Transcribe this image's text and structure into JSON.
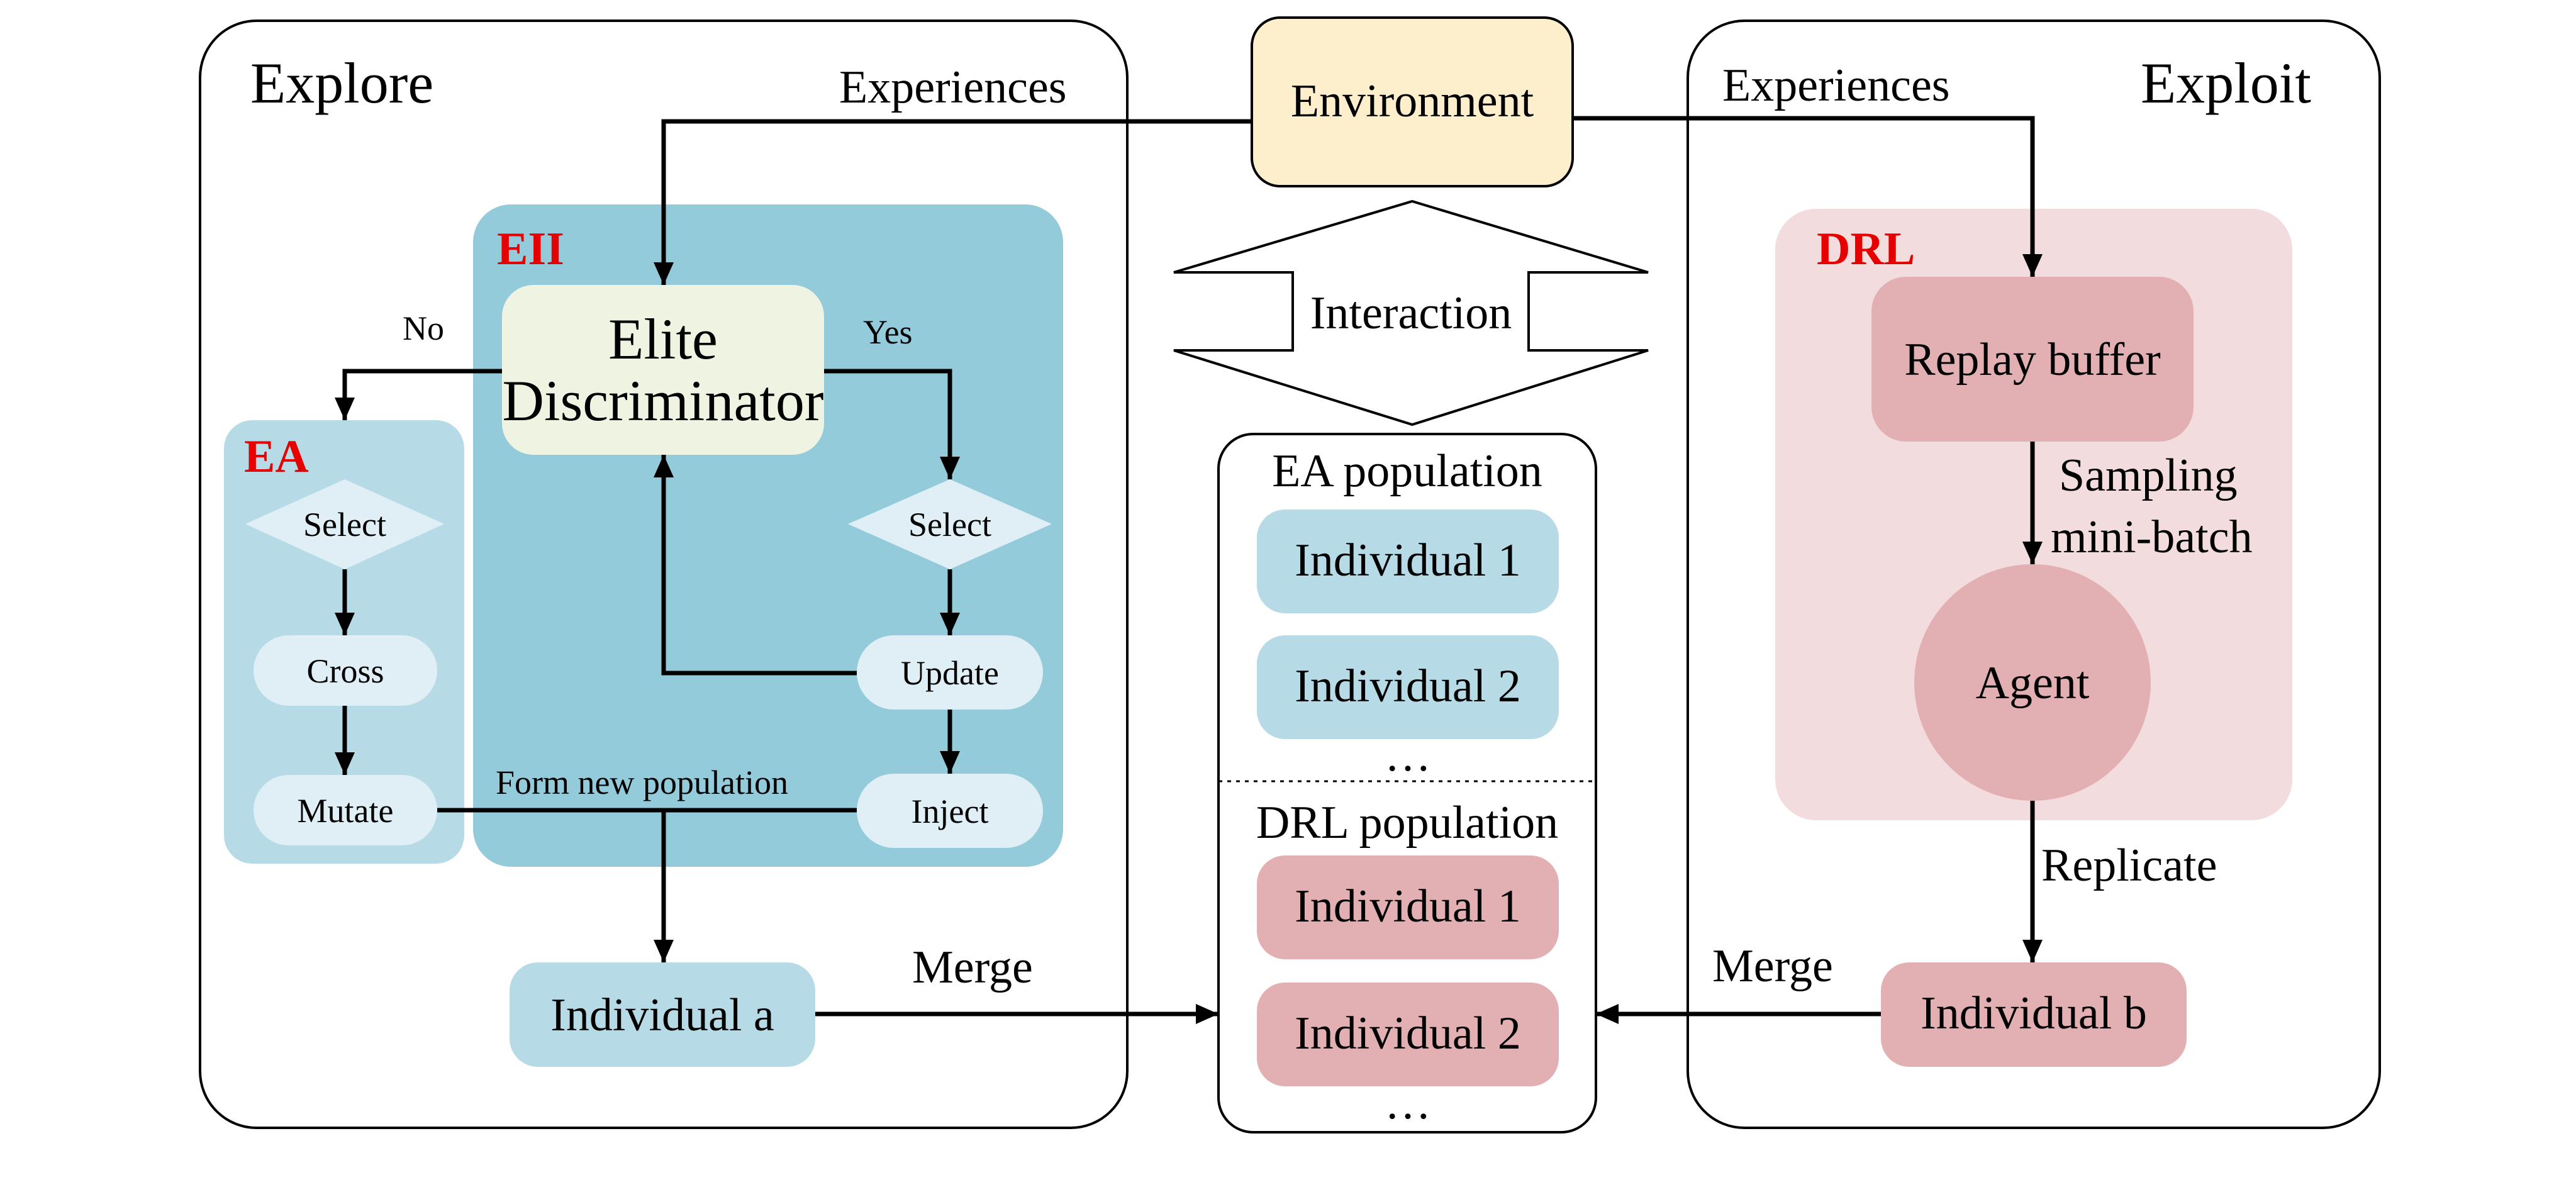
{
  "explore": {
    "title": "Explore",
    "experiences_label": "Experiences",
    "eii": {
      "tag": "EII",
      "elite_line1": "Elite",
      "elite_line2": "Discriminator",
      "no_label": "No",
      "yes_label": "Yes",
      "select_label": "Select",
      "update_label": "Update",
      "inject_label": "Inject"
    },
    "ea": {
      "tag": "EA",
      "select_label": "Select",
      "cross_label": "Cross",
      "mutate_label": "Mutate"
    },
    "form_new_population_label": "Form new population",
    "individual_a_label": "Individual a",
    "merge_label": "Merge"
  },
  "center": {
    "environment_label": "Environment",
    "interaction_label": "Interaction",
    "ea_population": {
      "title": "EA population",
      "individuals": [
        "Individual 1",
        "Individual 2"
      ],
      "more": "…"
    },
    "drl_population": {
      "title": "DRL population",
      "individuals": [
        "Individual 1",
        "Individual 2"
      ],
      "more": "…"
    }
  },
  "exploit": {
    "title": "Exploit",
    "experiences_label": "Experiences",
    "drl": {
      "tag": "DRL",
      "replay_buffer_label": "Replay buffer",
      "sampling_line1": "Sampling",
      "sampling_line2": "mini-batch",
      "agent_label": "Agent"
    },
    "replicate_label": "Replicate",
    "merge_label": "Merge",
    "individual_b_label": "Individual b"
  },
  "colors": {
    "eii_panel": "#93cbdb",
    "ea_panel": "#b7dbe6",
    "ea_node": "#dfeff5",
    "elite_node": "#eef3e2",
    "drl_panel": "#f3dcdd",
    "drl_node": "#e2b0b2",
    "individual_blue": "#b7dbe6",
    "individual_pink": "#e2b0b2",
    "environment": "#fdefcc",
    "tag_red": "#e60000"
  }
}
